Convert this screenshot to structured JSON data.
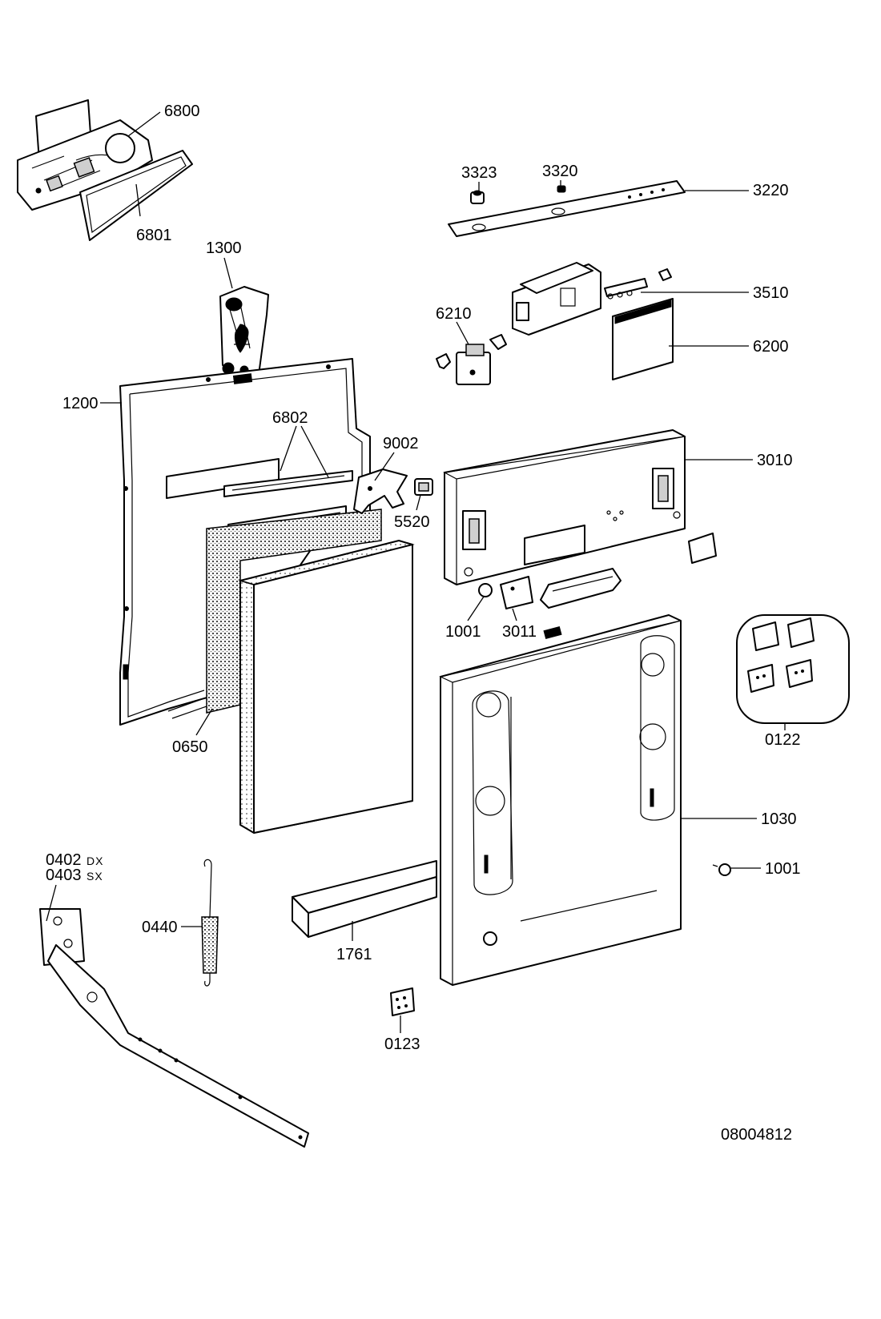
{
  "labels": {
    "p6800": "6800",
    "p6801": "6801",
    "p1300": "1300",
    "p3323": "3323",
    "p3320": "3320",
    "p3220": "3220",
    "p3510": "3510",
    "p6210": "6210",
    "p6200": "6200",
    "p1200": "1200",
    "p6802": "6802",
    "p9002": "9002",
    "p3010": "3010",
    "p5520": "5520",
    "p1001a": "1001",
    "p3011": "3011",
    "p0122": "0122",
    "p0650": "0650",
    "p1030": "1030",
    "p0402": "0402",
    "p0402_sub": "DX",
    "p0403": "0403",
    "p0403_sub": "SX",
    "p1001b": "1001",
    "p0440": "0440",
    "p1761": "1761",
    "p0123": "0123"
  },
  "drawing_code": "08004812"
}
